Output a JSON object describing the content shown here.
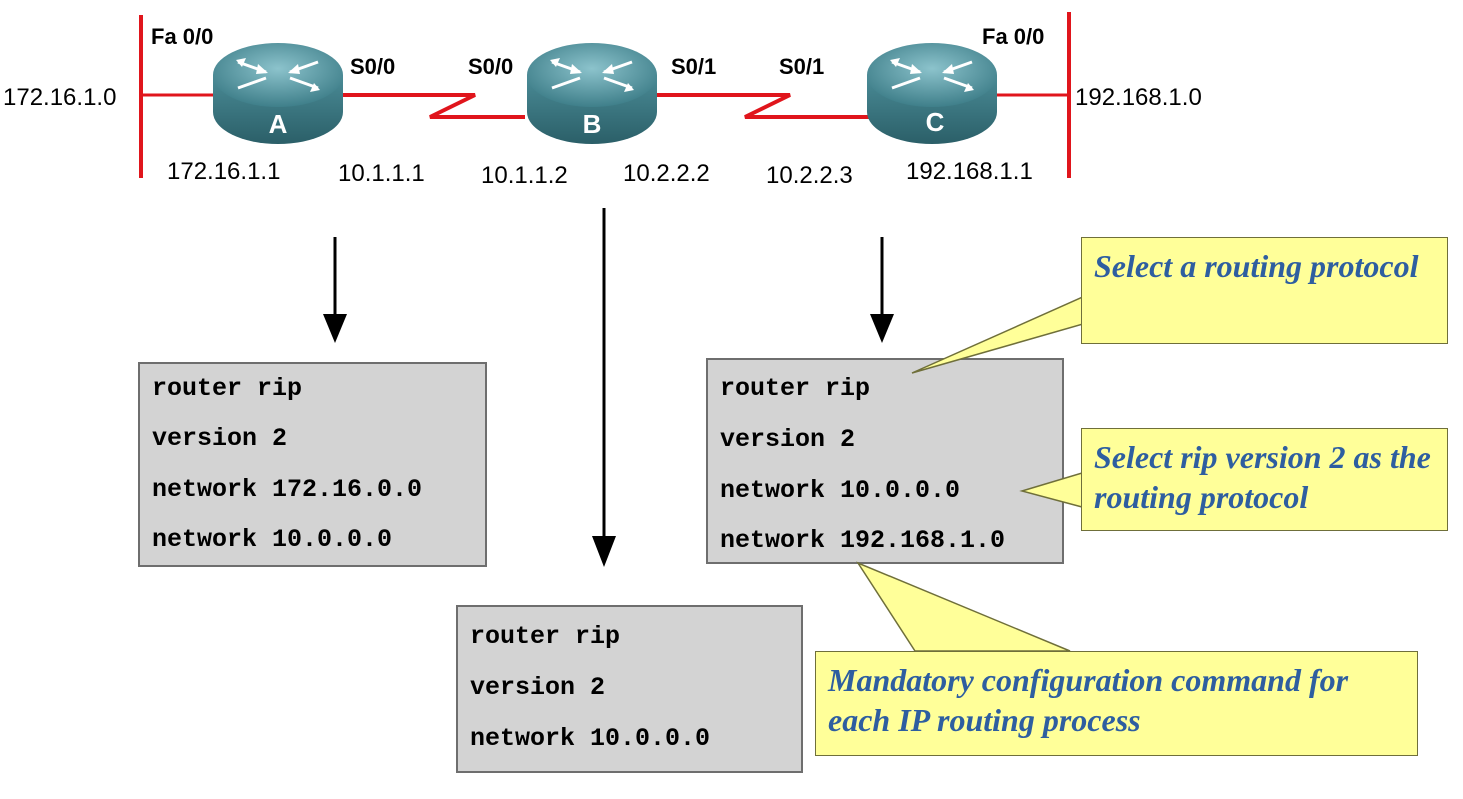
{
  "networks": {
    "left": "172.16.1.0",
    "right": "192.168.1.0"
  },
  "routers": [
    {
      "name": "A",
      "color": "#4f8f9a"
    },
    {
      "name": "B",
      "color": "#4f8f9a"
    },
    {
      "name": "C",
      "color": "#4f8f9a"
    }
  ],
  "interfaces": {
    "a_fa": "Fa 0/0",
    "a_s0": "S0/0",
    "b_s0": "S0/0",
    "b_s1": "S0/1",
    "c_s1": "S0/1",
    "c_fa": "Fa 0/0"
  },
  "addresses": {
    "a_fa": "172.16.1.1",
    "a_s0": "10.1.1.1",
    "b_s0": "10.1.1.2",
    "b_s1": "10.2.2.2",
    "c_s1": "10.2.2.3",
    "c_fa": "192.168.1.1"
  },
  "configs": {
    "a": [
      "router rip",
      "version 2",
      "network 172.16.0.0",
      "network 10.0.0.0"
    ],
    "b": [
      "router rip",
      "version 2",
      "network 10.0.0.0"
    ],
    "c": [
      "router rip",
      "version 2",
      "network 10.0.0.0",
      "network 192.168.1.0"
    ]
  },
  "callouts": {
    "protocol": "Select a routing protocol",
    "version": "Select rip version 2 as the routing protocol",
    "network": "Mandatory configuration command for each IP routing process"
  },
  "colors": {
    "link": "#e0151c",
    "callout_fill": "#ffff99",
    "callout_text": "#2e5ea0",
    "config_fill": "#d3d3d3"
  }
}
